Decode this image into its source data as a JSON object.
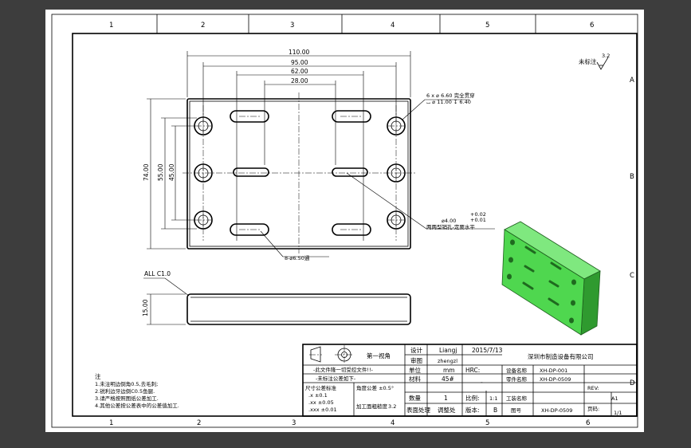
{
  "frame": {
    "col_labels": [
      "1",
      "2",
      "3",
      "4",
      "5",
      "6"
    ],
    "row_labels": [
      "A",
      "B",
      "C",
      "D"
    ]
  },
  "dims": {
    "w110": "110.00",
    "w95": "95.00",
    "w62": "62.00",
    "w28": "28.00",
    "h74": "74.00",
    "h55": "55.00",
    "h45": "45.00",
    "h15": "15.00",
    "chamfer": "ALL C1.0",
    "holes_note": "6 x ⌀ 6.60 完全贯穿",
    "cbore_note": "⌴ ⌀ 11.00 ↧ 6.40",
    "slot_note": "8-⌀6.50通",
    "pin_note": "两两型销孔-定要水平",
    "pin_dia": "⌀4.00",
    "tol_plus": "+0.02",
    "tol_minus": "+0.01"
  },
  "roughness": {
    "label": "未标注",
    "value": "3.2"
  },
  "notes": {
    "title": "注",
    "lines": [
      "1.未注明边倒角0.5,去毛刺;",
      "2.锐利边牙边倒C0.5鱼腿.",
      "3.请严格按照图纸公差加工.",
      "4.其他公差按公差表中的公差值加工."
    ]
  },
  "title_block": {
    "projection": "第一视角",
    "row1_left": "-此文件隆一切受控文件!!-",
    "row2_left": "-未标注公差如下-",
    "tol_head": "尺寸公差标准",
    "tol_angle": "角度公差 ±0.5°",
    "tol_rows": [
      ".x  ±0.1",
      ".xx ±0.05",
      ".xxx ±0.01"
    ],
    "tol_surface": "加工面粗糙度",
    "tol_surface_val": "3.2",
    "labels": {
      "design": "设计",
      "review": "审图",
      "unit": "单位",
      "material": "材料",
      "qty": "数量",
      "surface": "表面处理",
      "hrc": "HRC:",
      "scale": "比例:",
      "version": "版本:",
      "equip_name": "设备名称",
      "part_name": "零件名称",
      "station_name": "工装名称",
      "drawing_no": "图号",
      "page": "页码:",
      "rev": "REV:"
    },
    "values": {
      "designer": "Liangj",
      "date": "2015/7/13",
      "reviewer": "zhengzl",
      "company": "深圳市制造设备有限公司",
      "unit": "mm",
      "hrc": "-",
      "material": "45#",
      "qty": "1",
      "scale": "1:1",
      "surface": "调整处",
      "version": "B",
      "equip_no": "XH-DP-001",
      "part_no": "XH-DP-0509",
      "drawing_no": "XH-DP-0509",
      "rev": "A1",
      "page": "1/1"
    }
  },
  "colors": {
    "background": "#3d3d3d",
    "part_green": "#4fd74f",
    "part_green_dark": "#2f9a2f"
  }
}
